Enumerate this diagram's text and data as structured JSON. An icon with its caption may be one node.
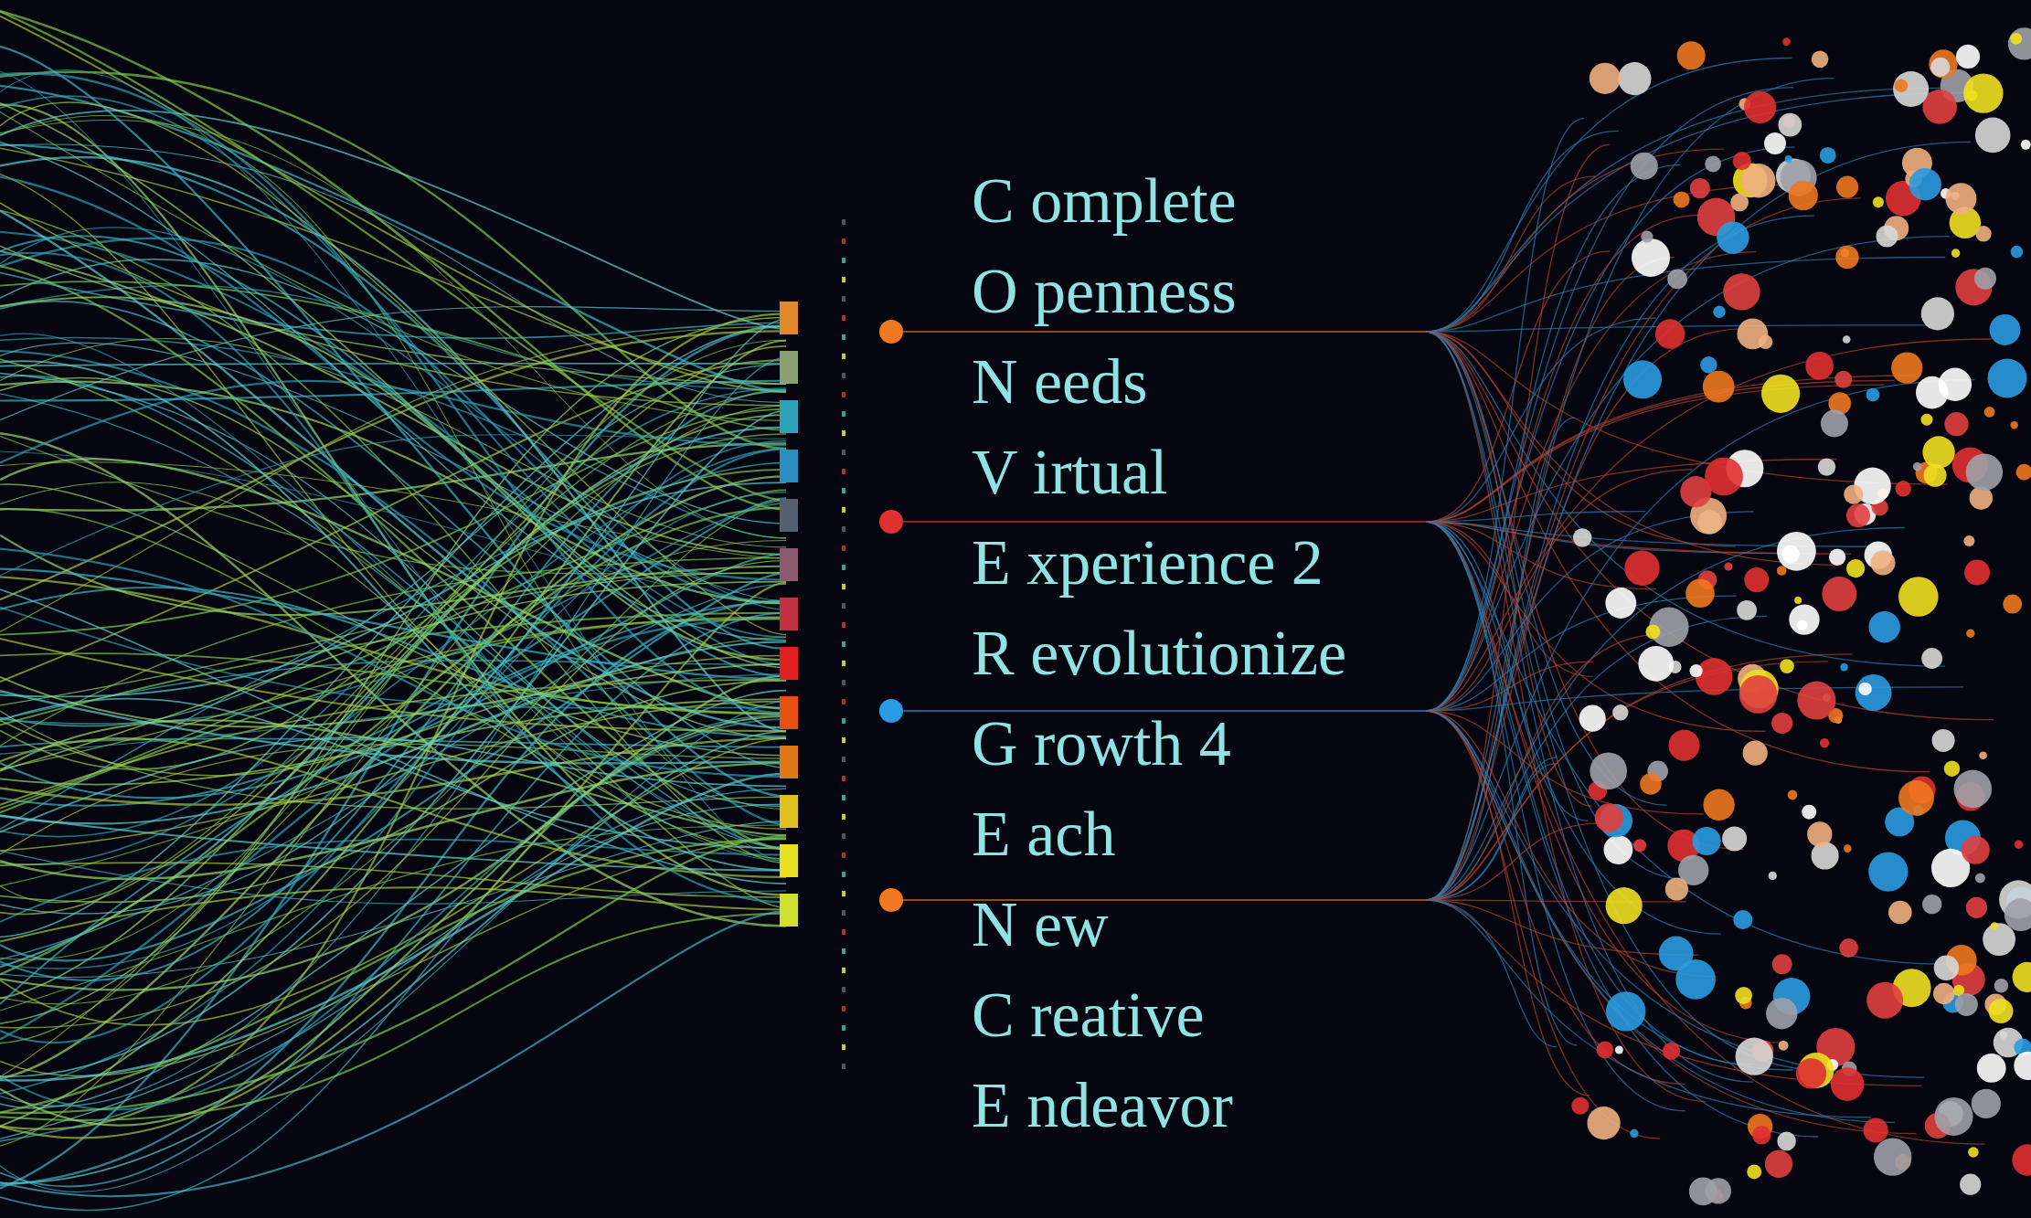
{
  "diagram": {
    "labels": [
      "C omplete",
      "O penness",
      "N eeds",
      "V irtual",
      "E xperience 2",
      "R evolutionize",
      "G rowth 4",
      "E ach",
      "N ew",
      "C reative",
      "E ndeavor"
    ]
  }
}
